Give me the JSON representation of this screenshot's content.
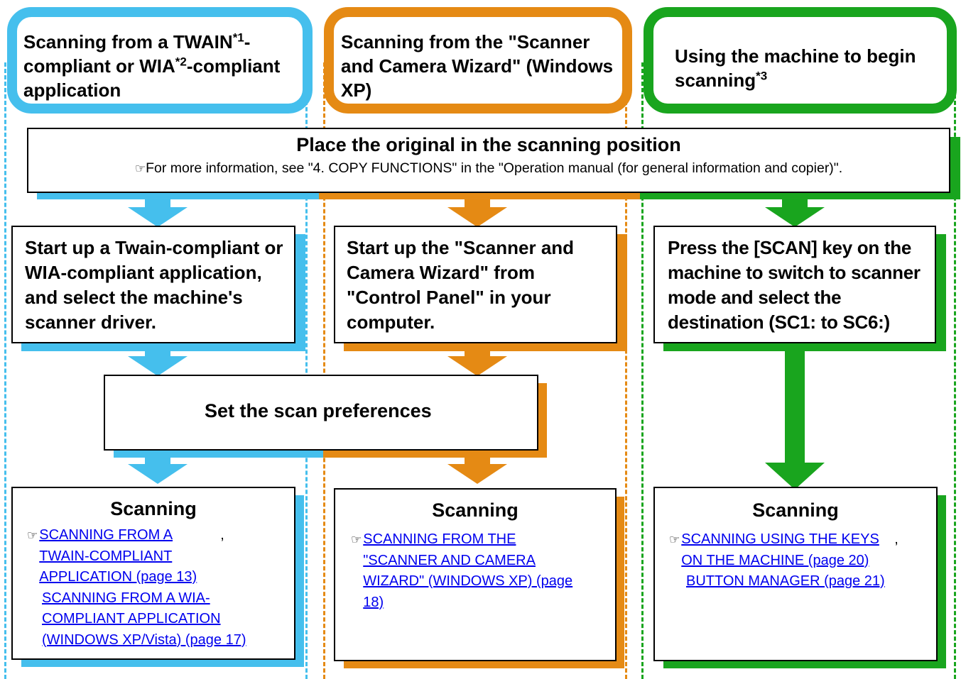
{
  "colors": {
    "blue": "#45bfed",
    "orange": "#e58a14",
    "green": "#19a51e"
  },
  "columns": {
    "twain": {
      "header": {
        "part1": "Scanning from a TWAIN",
        "sup1": "*1",
        "part2": "-compliant or WIA",
        "sup2": "*2",
        "part3": "-compliant application"
      },
      "step1": "Start up a Twain-compliant or WIA-compliant application, and select the machine's scanner driver.",
      "scanning": {
        "title": "Scanning",
        "ref_icon": "☞",
        "link1": "SCANNING FROM A TWAIN-COMPLIANT APPLICATION (page 13)",
        "separator": ",",
        "link2": "SCANNING FROM A WIA-COMPLIANT APPLICATION (WINDOWS XP/Vista) (page 17)"
      }
    },
    "wizard": {
      "header": "Scanning from the \"Scanner and Camera Wizard\" (Windows XP)",
      "step1": "Start up the \"Scanner and Camera Wizard\" from \"Control Panel\" in your computer.",
      "scanning": {
        "title": "Scanning",
        "ref_icon": "☞",
        "link1": "SCANNING FROM THE \"SCANNER AND CAMERA WIZARD\" (WINDOWS XP) (page 18)"
      }
    },
    "machine": {
      "header": {
        "text": "Using the machine to begin scanning",
        "sup": "*3"
      },
      "step1": "Press the [SCAN] key on the machine to switch to scanner mode and select the destination (SC1: to SC6:)",
      "scanning": {
        "title": "Scanning",
        "ref_icon": "☞",
        "link1": "SCANNING USING THE KEYS ON THE MACHINE (page 20)",
        "separator": ",",
        "link2": "BUTTON MANAGER (page 21)"
      }
    }
  },
  "place_original": {
    "title": "Place the original in the scanning position",
    "ref_icon": "☞",
    "note": "For more information, see \"4. COPY FUNCTIONS\" in the \"Operation manual (for general information and copier)\"."
  },
  "set_preferences": "Set the scan preferences"
}
